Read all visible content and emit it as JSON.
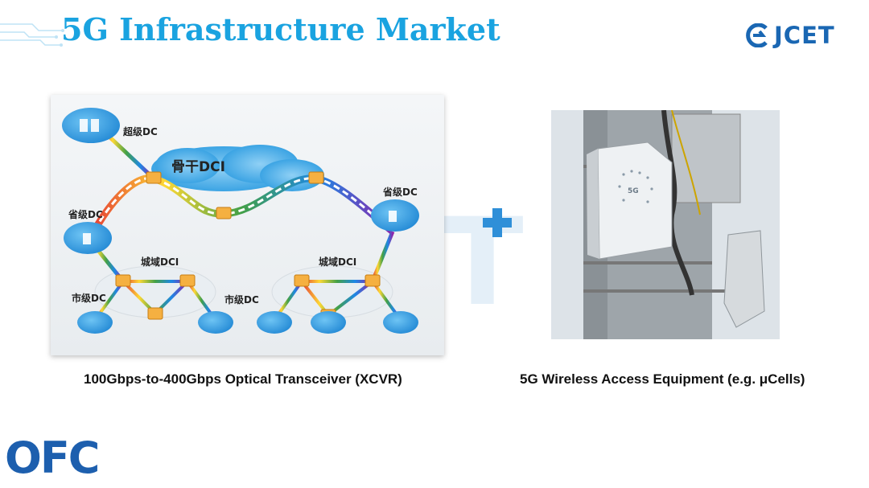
{
  "slide": {
    "title": "5G Infrastructure Market",
    "brand": {
      "name": "JCET",
      "color": "#1a67b3"
    },
    "accent_color": "#1aa3e0",
    "footer_logo": "OFC",
    "watermark": "JCET"
  },
  "left_figure": {
    "backbone_label": "骨干DCI",
    "super_dc": "超级DC",
    "province_dc_left": "省级DC",
    "province_dc_right": "省级DC",
    "metro_dci_left": "城域DCI",
    "metro_dci_right": "城域DCI",
    "city_dc_left": "市级DC",
    "city_dc_right": "市级DC",
    "caption": "100Gbps-to-400Gbps Optical Transceiver (XCVR)"
  },
  "right_figure": {
    "device_badge": "5G",
    "caption": "5G Wireless Access Equipment (e.g. μCells)"
  },
  "icons": [
    "plus-icon",
    "server-cloud-icon",
    "router-icon",
    "jcet-logo-icon"
  ]
}
